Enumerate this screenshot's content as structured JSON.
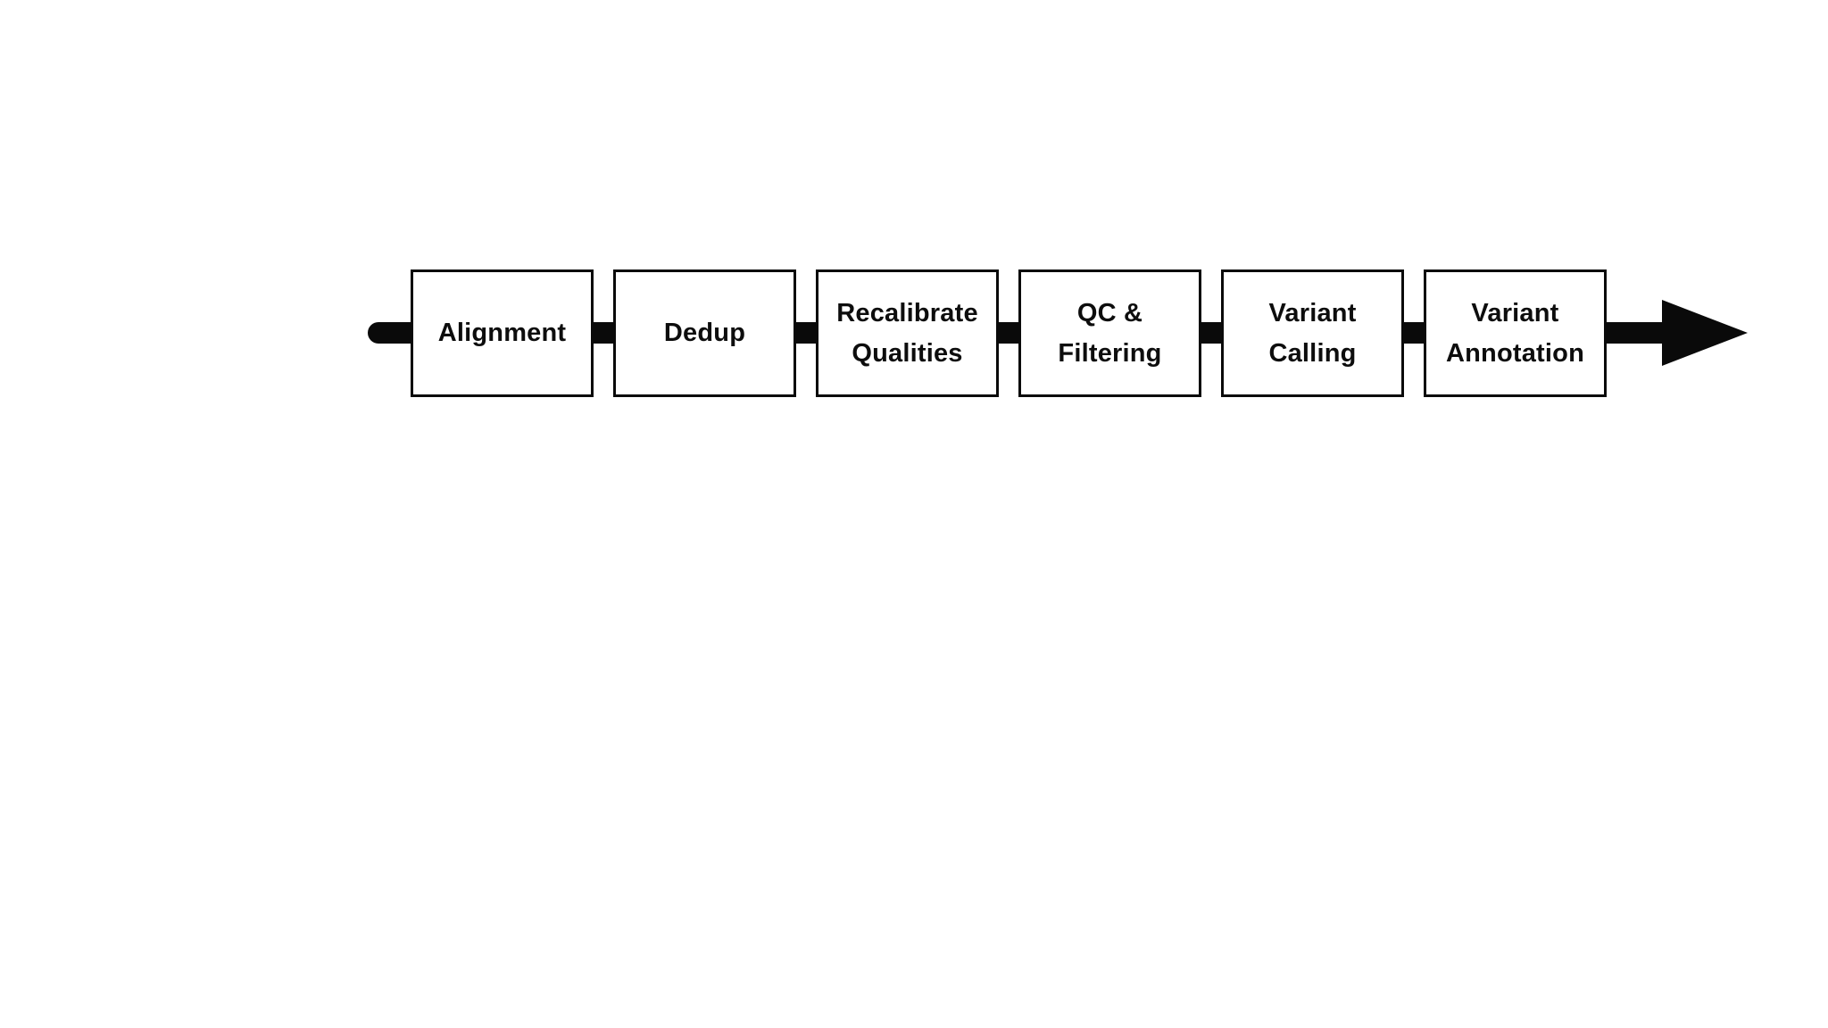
{
  "pipeline": {
    "type": "horizontal-flow-diagram",
    "flow_direction": "left-to-right",
    "steps": [
      {
        "label": "Alignment"
      },
      {
        "label": "Dedup"
      },
      {
        "label": "Recalibrate\nQualities"
      },
      {
        "label": "QC &\nFiltering"
      },
      {
        "label": "Variant\nCalling"
      },
      {
        "label": "Variant\nAnnotation"
      }
    ],
    "colors": {
      "background": "#ffffff",
      "box_fill": "#ffffff",
      "box_border": "#0a0a0a",
      "text": "#0d0d0d",
      "arrow": "#0a0a0a"
    }
  }
}
